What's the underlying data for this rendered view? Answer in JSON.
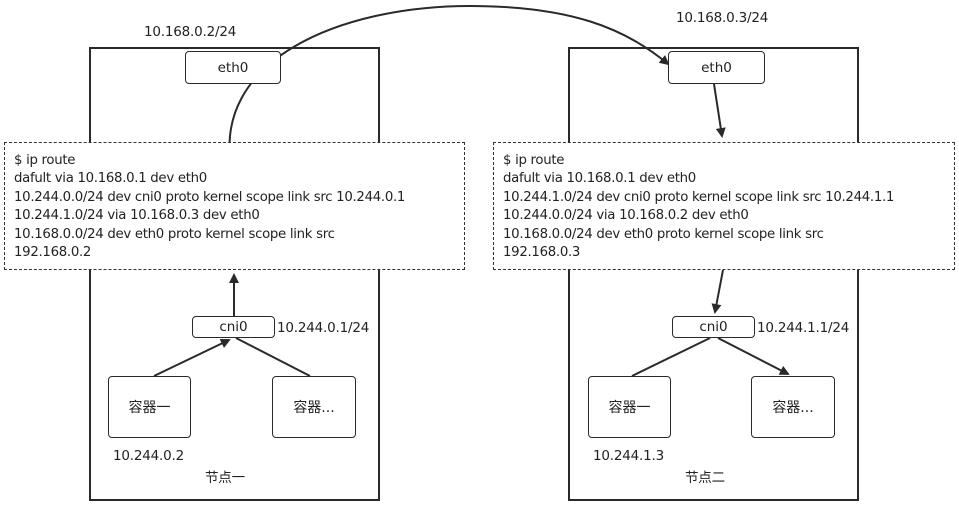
{
  "node1": {
    "ip": "10.168.0.2/24",
    "eth0": "eth0",
    "route_lines": [
      "$ ip route",
      "dafult via 10.168.0.1 dev eth0",
      "10.244.0.0/24 dev cni0 proto kernel scope link src 10.244.0.1",
      "10.244.1.0/24 via 10.168.0.3 dev eth0",
      "10.168.0.0/24 dev eth0 proto kernel scope link src",
      "192.168.0.2"
    ],
    "cni0": "cni0",
    "cni0_ip": "10.244.0.1/24",
    "container1": "容器一",
    "container2": "容器...",
    "container1_ip": "10.244.0.2",
    "name": "节点一"
  },
  "node2": {
    "ip": "10.168.0.3/24",
    "eth0": "eth0",
    "route_lines": [
      "$ ip route",
      "dafult via 10.168.0.1 dev eth0",
      "10.244.1.0/24 dev cni0 proto kernel scope link src 10.244.1.1",
      "10.244.0.0/24 via 10.168.0.2 dev eth0",
      "10.168.0.0/24 dev eth0 proto kernel scope link src",
      "192.168.0.3"
    ],
    "cni0": "cni0",
    "cni0_ip": "10.244.1.1/24",
    "container1": "容器一",
    "container2": "容器...",
    "container1_ip": "10.244.1.3",
    "name": "节点二"
  },
  "colors": {
    "stroke": "#2a2a2a",
    "background": "#ffffff"
  }
}
